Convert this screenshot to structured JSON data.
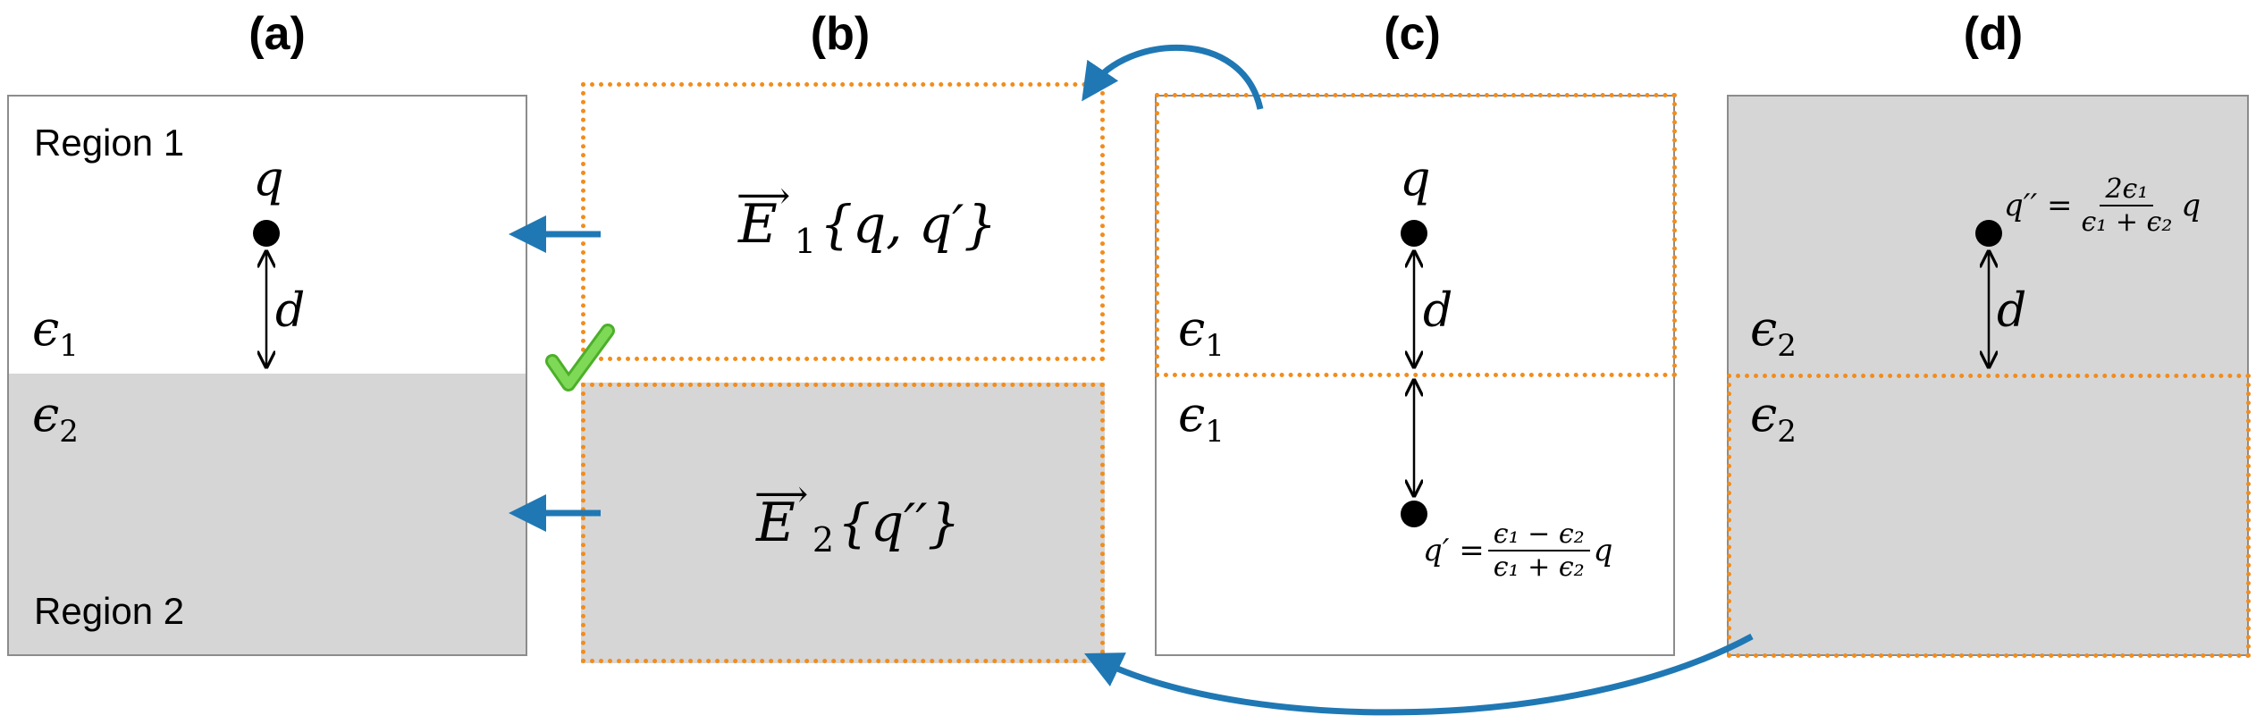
{
  "panels": {
    "a": {
      "label": "(a)",
      "region1": "Region 1",
      "region2": "Region 2",
      "charge": "q",
      "distance": "d",
      "eps_top": "ϵ",
      "eps_top_sub": "1",
      "eps_bottom": "ϵ",
      "eps_bottom_sub": "2"
    },
    "b": {
      "label": "(b)",
      "field1_letter": "E",
      "field1_sub": "1",
      "field1_args": "{q, q′}",
      "field2_letter": "E",
      "field2_sub": "2",
      "field2_args": "{q′′}"
    },
    "c": {
      "label": "(c)",
      "charge": "q",
      "distance": "d",
      "eps_top": "ϵ",
      "eps_top_sub": "1",
      "eps_bottom": "ϵ",
      "eps_bottom_sub": "1",
      "image_lhs": "q′ =",
      "image_num": "ϵ₁ − ϵ₂",
      "image_den": "ϵ₁ + ϵ₂",
      "image_rhs": "q"
    },
    "d": {
      "label": "(d)",
      "distance": "d",
      "eps_top": "ϵ",
      "eps_top_sub": "2",
      "eps_bottom": "ϵ",
      "eps_bottom_sub": "2",
      "image_lhs": "q′′ =",
      "image_num": "2ϵ₁",
      "image_den": "ϵ₁ + ϵ₂",
      "image_rhs": "q"
    }
  },
  "colors": {
    "arrow_blue": "#1f78b4",
    "dashed_orange": "#f28c1c",
    "region_gray": "#d6d6d6",
    "check_green": "#7ed957"
  },
  "icons": {
    "check": "check-mark-icon"
  }
}
